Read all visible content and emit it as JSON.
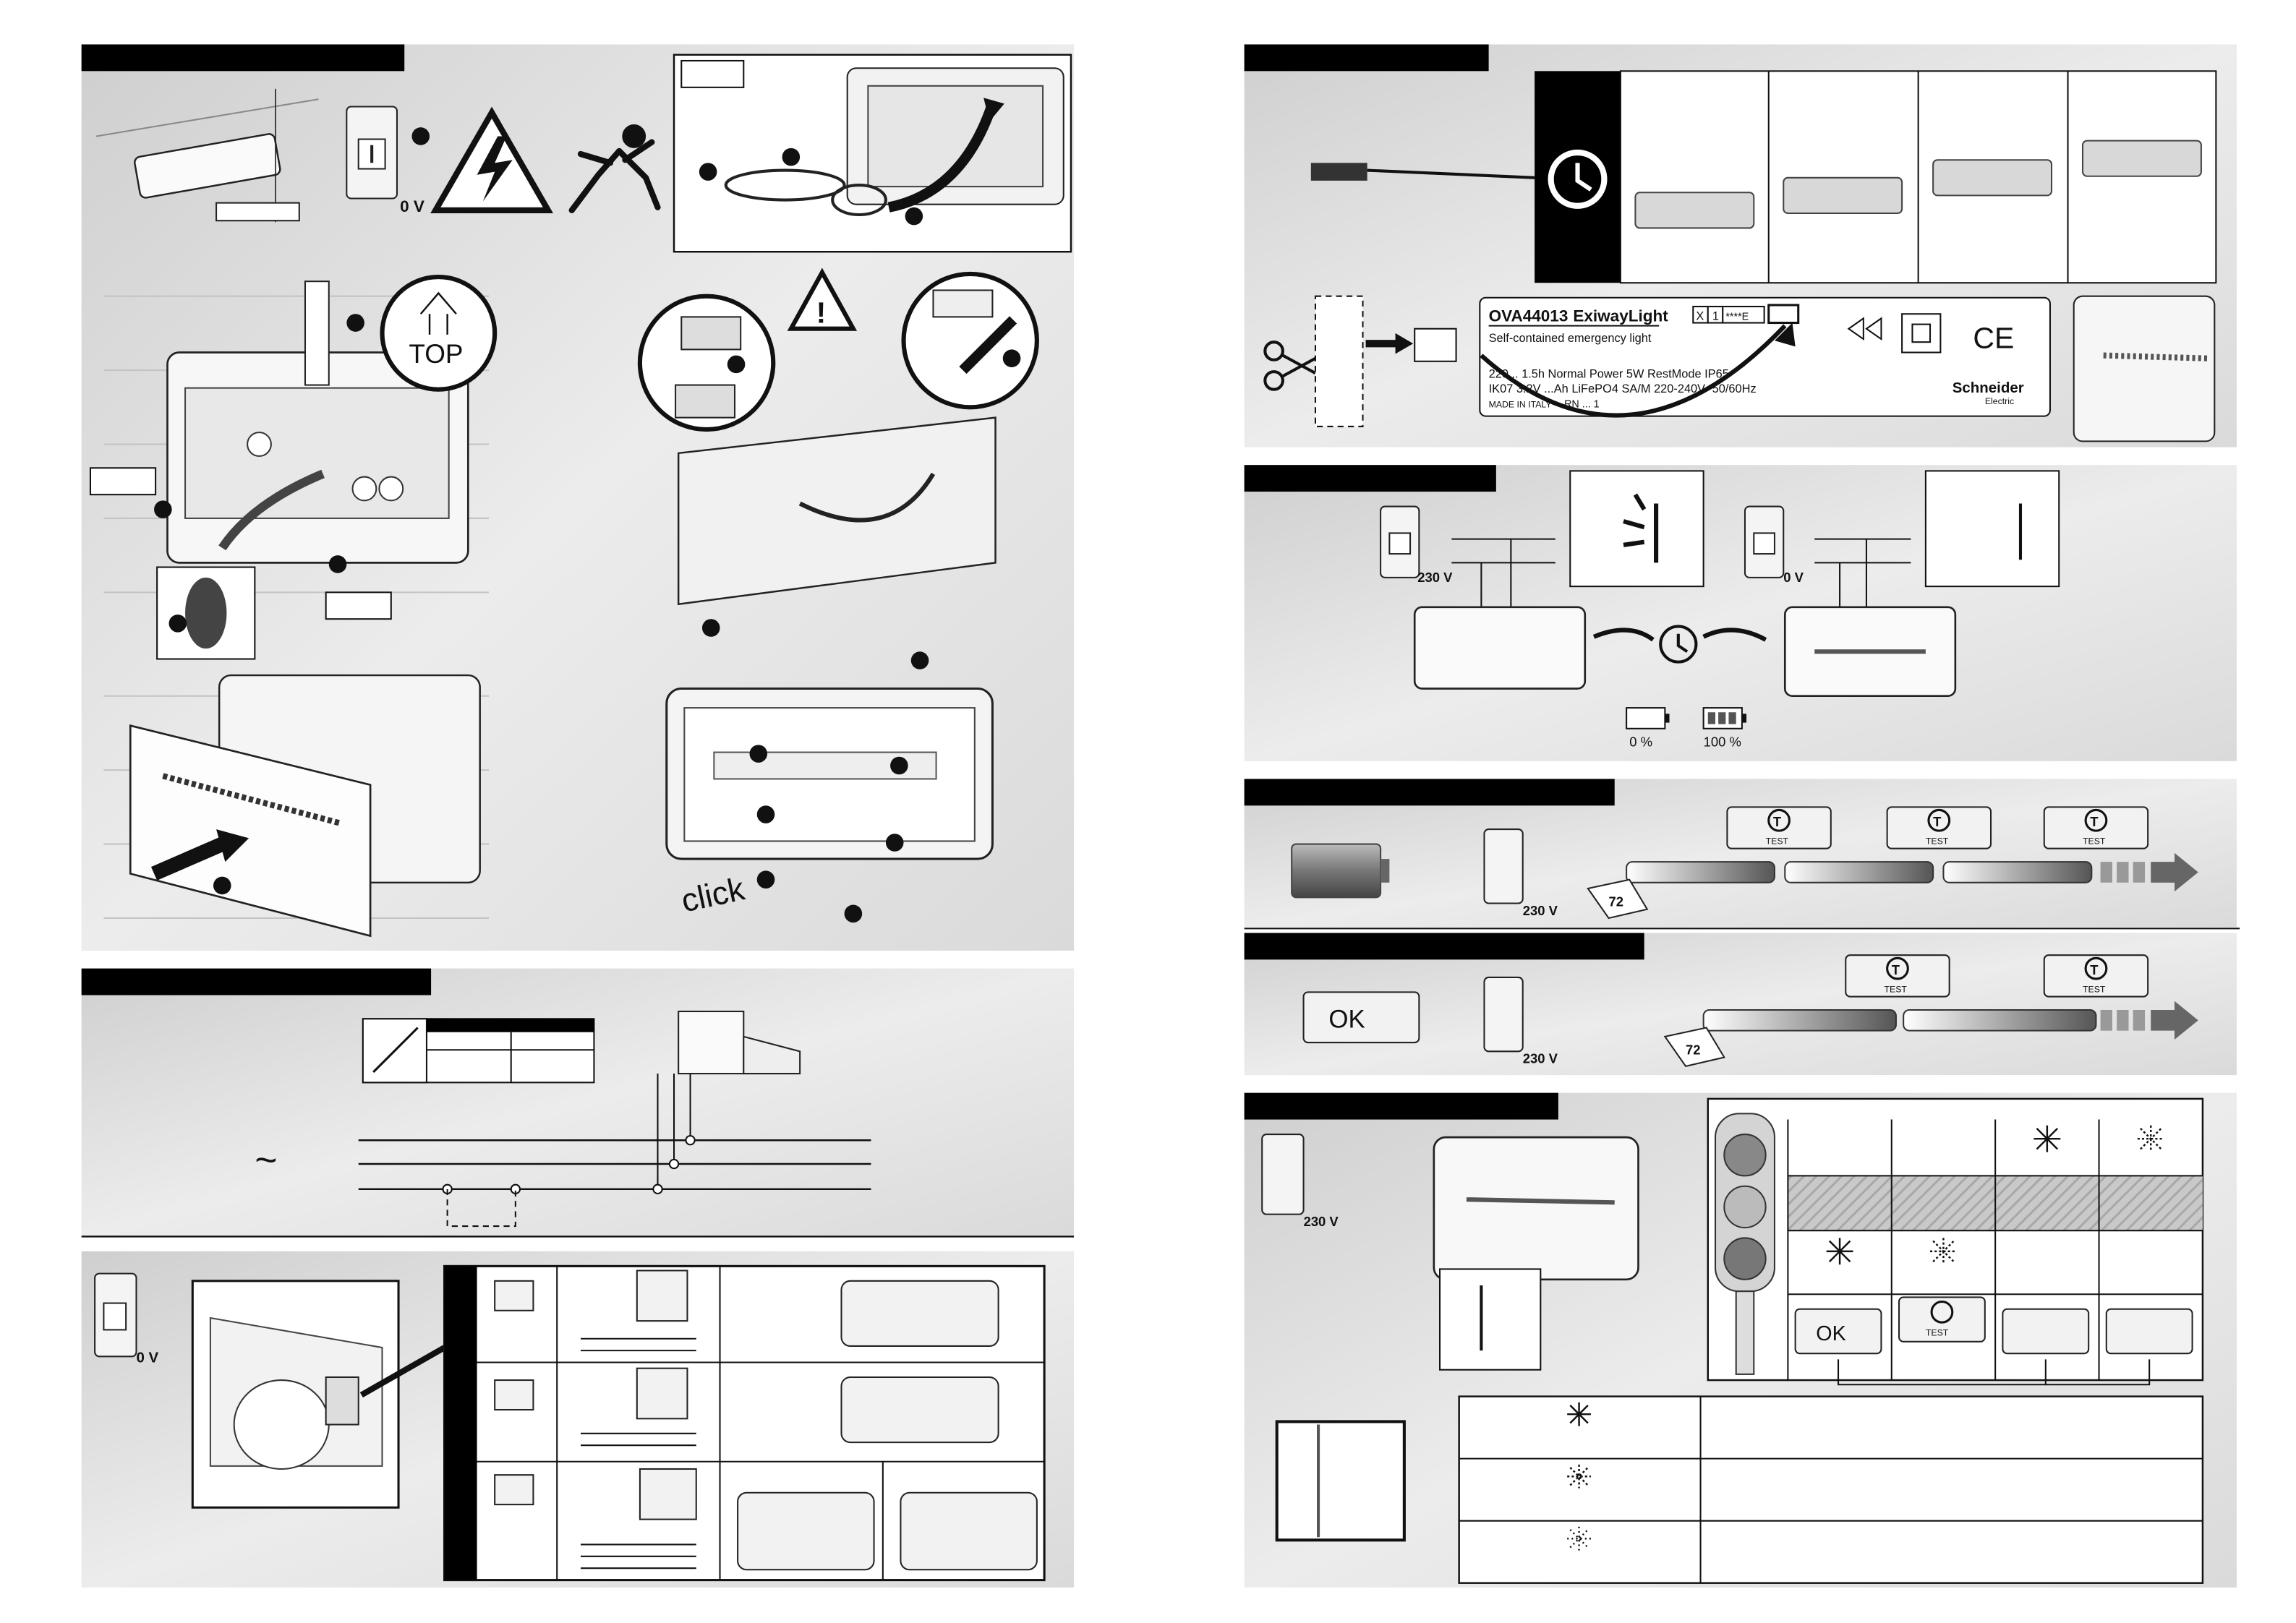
{
  "page": {
    "title": "OVA44013 ExiwayLight installation instructions"
  },
  "install": {
    "voltage_off": "0 V",
    "top_label": "TOP",
    "click_label": "click"
  },
  "label_section": {
    "model": "OVA44013",
    "product_name": "ExiwayLight",
    "mark_x": "X",
    "mark_1": "1",
    "mark_e": "****E",
    "subtitle": "Self-contained emergency light",
    "spec_line1": "220... 1.5h Normal Power 5W RestMode IP65",
    "spec_line2": "IK07 3.2V ...Ah LiFePO4 SA/M 220-240V~50/60Hz",
    "made_in": "MADE IN ITALY",
    "ref": "RN ... 1",
    "ce_mark": "CE",
    "brand": "Schneider",
    "brand_sub": "Electric"
  },
  "charge_section": {
    "voltage_on": "230 V",
    "voltage_off": "0 V",
    "battery_empty": "0 %",
    "battery_full": "100 %"
  },
  "test_sections": {
    "ok_label": "OK",
    "test_label": "TEST",
    "t_letter": "T",
    "voltage_on": "230 V",
    "calendar_label": "72"
  },
  "wiring": {
    "tilde": "~"
  },
  "config_section": {
    "voltage_off": "0 V"
  },
  "status_section": {
    "voltage_on": "230 V",
    "ok_label": "OK",
    "test_label": "TEST"
  },
  "colors": {
    "header_bar": "#000000",
    "panel_gray": "#e2e2e2",
    "line": "#111111"
  }
}
